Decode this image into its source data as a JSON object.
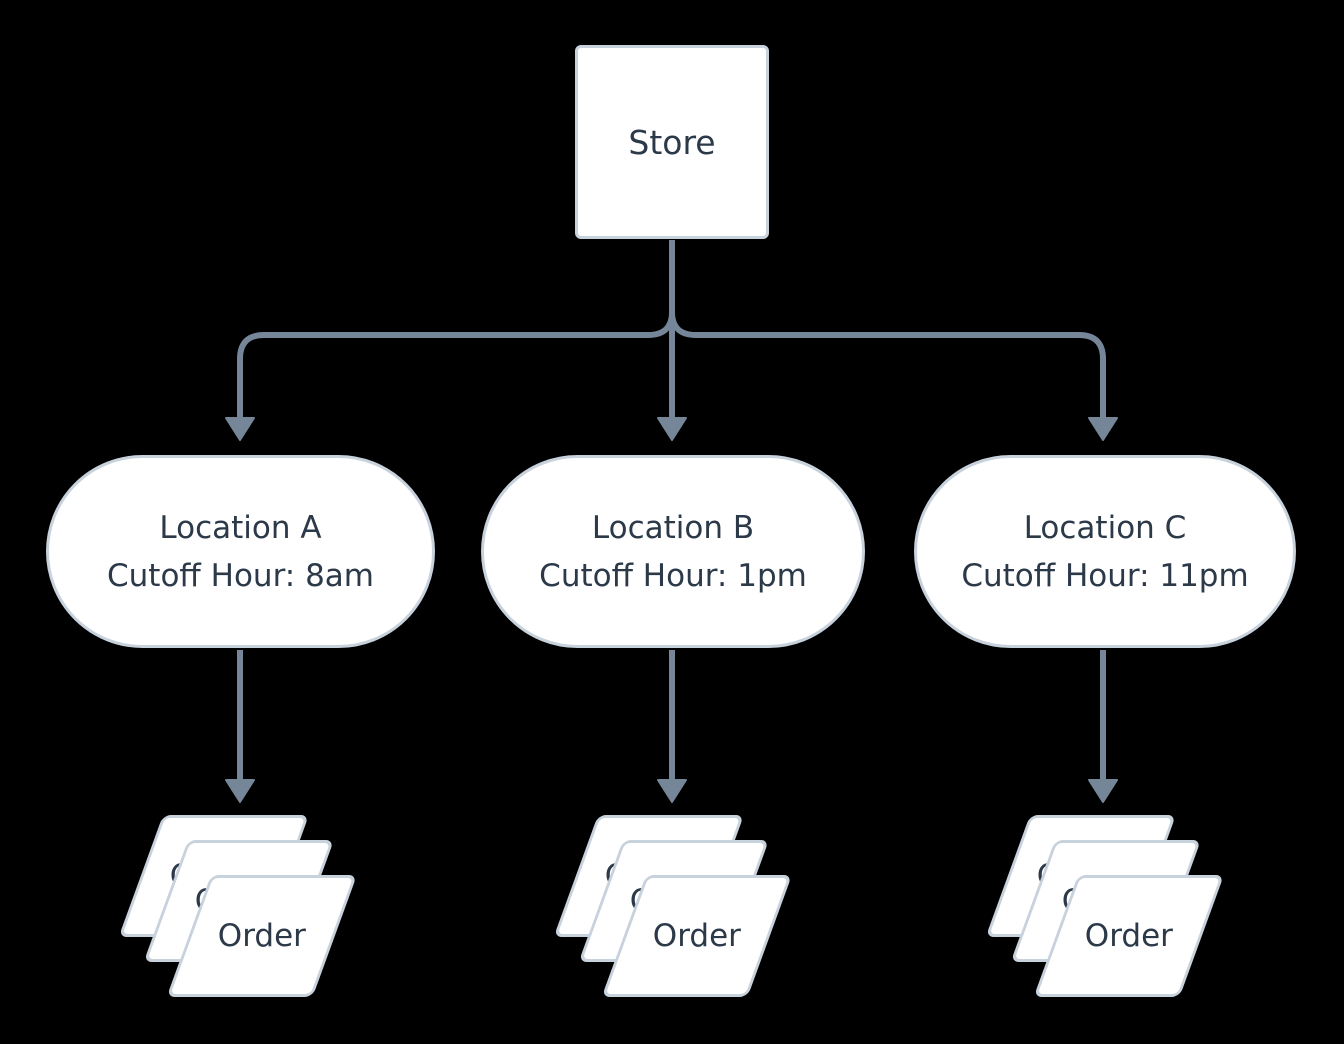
{
  "diagram": {
    "root": {
      "label": "Store"
    },
    "locations": [
      {
        "label": "Location A",
        "cutoff": "Cutoff Hour: 8am"
      },
      {
        "label": "Location B",
        "cutoff": "Cutoff Hour: 1pm"
      },
      {
        "label": "Location C",
        "cutoff": "Cutoff Hour: 11pm"
      }
    ],
    "order_card_label": "Order",
    "order_cards_per_stack": 3
  },
  "colors": {
    "bg": "#000000",
    "node-fill": "#ffffff",
    "node-border": "#c8d2dc",
    "line": "#768699",
    "text": "#2c3949"
  }
}
